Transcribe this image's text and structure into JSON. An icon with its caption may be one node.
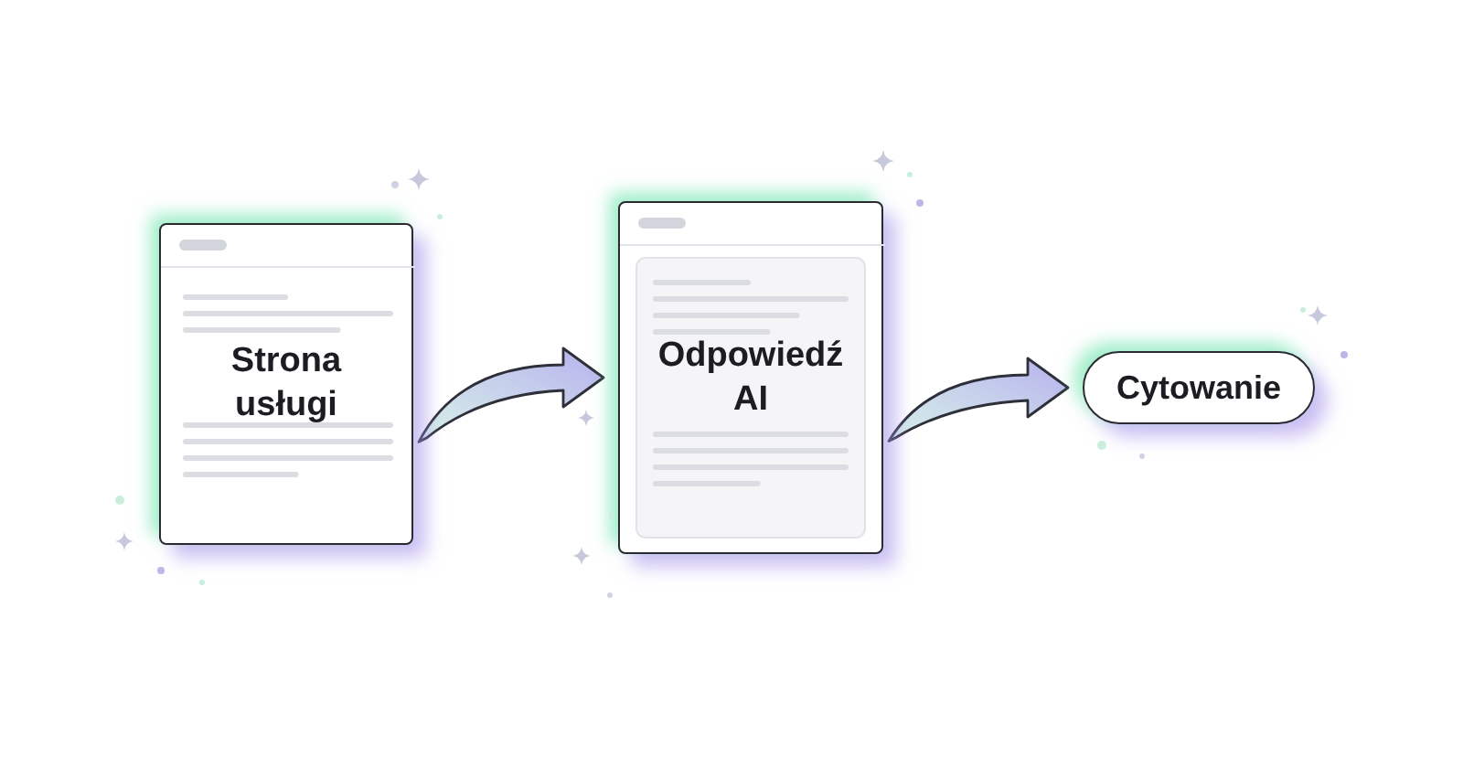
{
  "diagram": {
    "nodes": [
      {
        "text": [
          "Strona usługi"
        ]
      },
      {
        "text": [
          "Odpowiedź AI"
        ]
      },
      {
        "text": [
          "Cytowanie"
        ]
      }
    ],
    "edges": [
      {
        "from": 0,
        "to": 1,
        "arrow": "to"
      },
      {
        "from": 1,
        "to": 2,
        "arrow": "to"
      }
    ]
  }
}
